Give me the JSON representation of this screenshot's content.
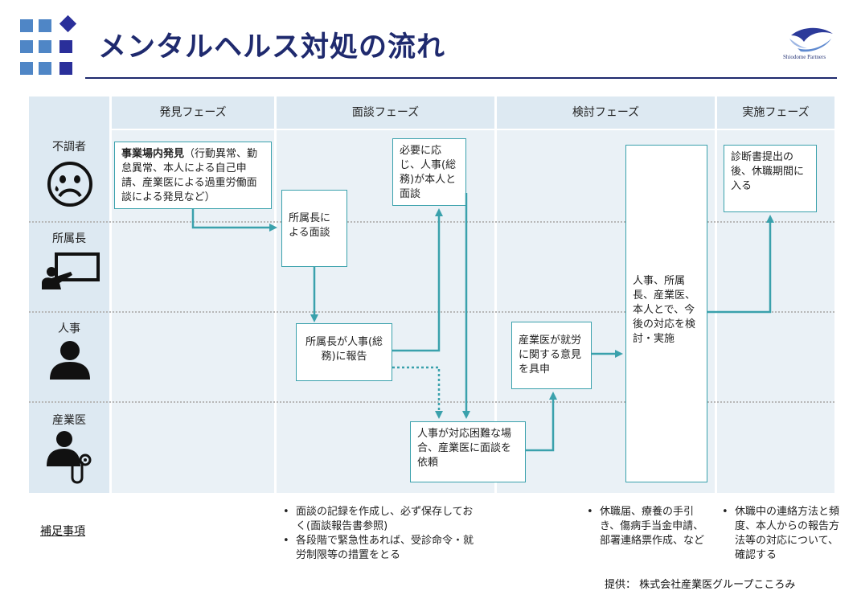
{
  "header": {
    "title": "メンタルヘルス対処の流れ",
    "logo_text": "Shiodome Partners"
  },
  "phases": [
    {
      "label": "発見フェーズ"
    },
    {
      "label": "面談フェーズ"
    },
    {
      "label": "検討フェーズ"
    },
    {
      "label": "実施フェーズ"
    }
  ],
  "roles": [
    {
      "label": "不調者",
      "icon": "sad-face-icon"
    },
    {
      "label": "所属長",
      "icon": "presenter-icon"
    },
    {
      "label": "人事",
      "icon": "person-icon"
    },
    {
      "label": "産業医",
      "icon": "doctor-icon"
    }
  ],
  "boxes": {
    "discovery_bold": "事業場内発見",
    "discovery_rest": "（行動異常、勤怠異常、本人による自己申請、産業医による過重労働面談による発見など）",
    "manager_interview": "所属長による面談",
    "manager_report": "所属長が人事(総務)に報告",
    "hr_interview": "必要に応じ、人事(総務)が本人と面談",
    "hr_request": "人事が対応困難な場合、産業医に面談を依頼",
    "doctor_opinion": "産業医が就労に関する意見を具申",
    "joint_review": "人事、所属長、産業医、本人とで、今後の対応を検討・実施",
    "leave": "診断書提出の後、休職期間に入る"
  },
  "notes": {
    "label": "補足事項",
    "interview": [
      "面談の記録を作成し、必ず保存しておく(面談報告書参照)",
      "各段階で緊急性あれば、受診命令・就労制限等の措置をとる"
    ],
    "review": [
      "休職届、療養の手引き、傷病手当金申請、部署連絡票作成、など"
    ],
    "implementation": [
      "休職中の連絡方法と頻度、本人からの報告方法等の対応について、確認する"
    ]
  },
  "credit": "提供： 株式会社産業医グループこころみ",
  "colors": {
    "title": "#1f2a6e",
    "arrow": "#3aa1ac",
    "phase_bg": "#eaf1f6",
    "header_bg": "#dde9f2",
    "logo_squares": "#2f66b3"
  }
}
